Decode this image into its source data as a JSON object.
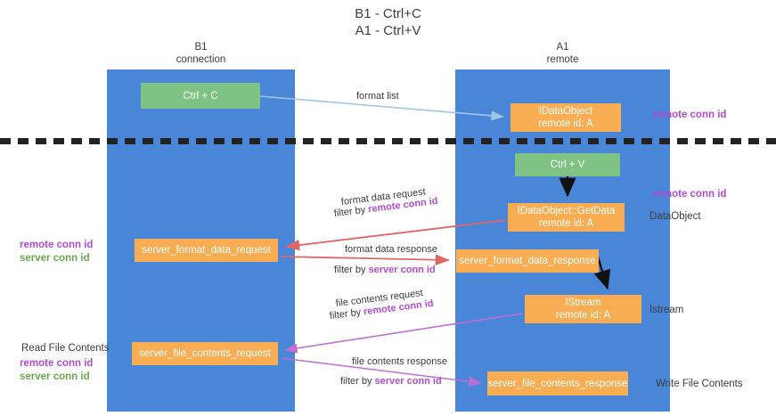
{
  "title": {
    "line1": "B1 - Ctrl+C",
    "line2": "A1 - Ctrl+V"
  },
  "columns": [
    {
      "id": "b1",
      "name": "B1",
      "role": "connection"
    },
    {
      "id": "a1",
      "name": "A1",
      "role": "remote"
    }
  ],
  "colors": {
    "lane": "#4a86d8",
    "node_green": "#7fc384",
    "node_orange": "#f9ad53",
    "conn_purple": "#b24bd4",
    "conn_green": "#6aa84f",
    "arrow_blue": "#9fc5e8",
    "arrow_red": "#e06666",
    "arrow_magenta": "#c26dd4",
    "arrow_black": "#000000",
    "separator": "#222222",
    "text": "#3c3c3c"
  },
  "nodes": {
    "ctrl_c": {
      "line1": "Ctrl + C"
    },
    "idataobject": {
      "line1": "IDataObject",
      "line2": "remote id: A"
    },
    "ctrl_v": {
      "line1": "Ctrl + V"
    },
    "getdata": {
      "line1": "IDataObject::GetData",
      "line2": "remote id: A"
    },
    "server_format_data_request": {
      "line1": "server_format_data_request"
    },
    "server_format_data_response": {
      "line1": "server_format_data_response"
    },
    "istream": {
      "line1": "IStream",
      "line2": "remote id: A"
    },
    "server_file_contents_request": {
      "line1": "server_file_contents_request"
    },
    "server_file_contents_response": {
      "line1": "server_file_contents_response"
    }
  },
  "edge_labels": {
    "format_list": "format list",
    "format_data_request": "format data request",
    "format_data_request_filter_prefix": "filter by ",
    "format_data_request_filter_key": "remote conn id",
    "format_data_response": "format data response",
    "format_data_response_filter_prefix": "filter by ",
    "format_data_response_filter_key": "server conn id",
    "file_contents_request": "file contents request",
    "file_contents_request_filter_prefix": "filter by ",
    "file_contents_request_filter_key": "remote conn id",
    "file_contents_response": "file contents response",
    "file_contents_response_filter_prefix": "filter by ",
    "file_contents_response_filter_key": "server conn id"
  },
  "side_labels": {
    "remote_conn_id_top": "remote conn id",
    "remote_conn_id_mid": "remote conn id",
    "dataobject": "DataObject",
    "istream": "Istream",
    "write_file_contents": "Write File Contents",
    "read_file_contents": "Read File Contents",
    "left_remote_conn_id": "remote conn id",
    "left_server_conn_id": "server conn id",
    "left_remote_conn_id_2": "remote conn id",
    "left_server_conn_id_2": "server conn id"
  }
}
